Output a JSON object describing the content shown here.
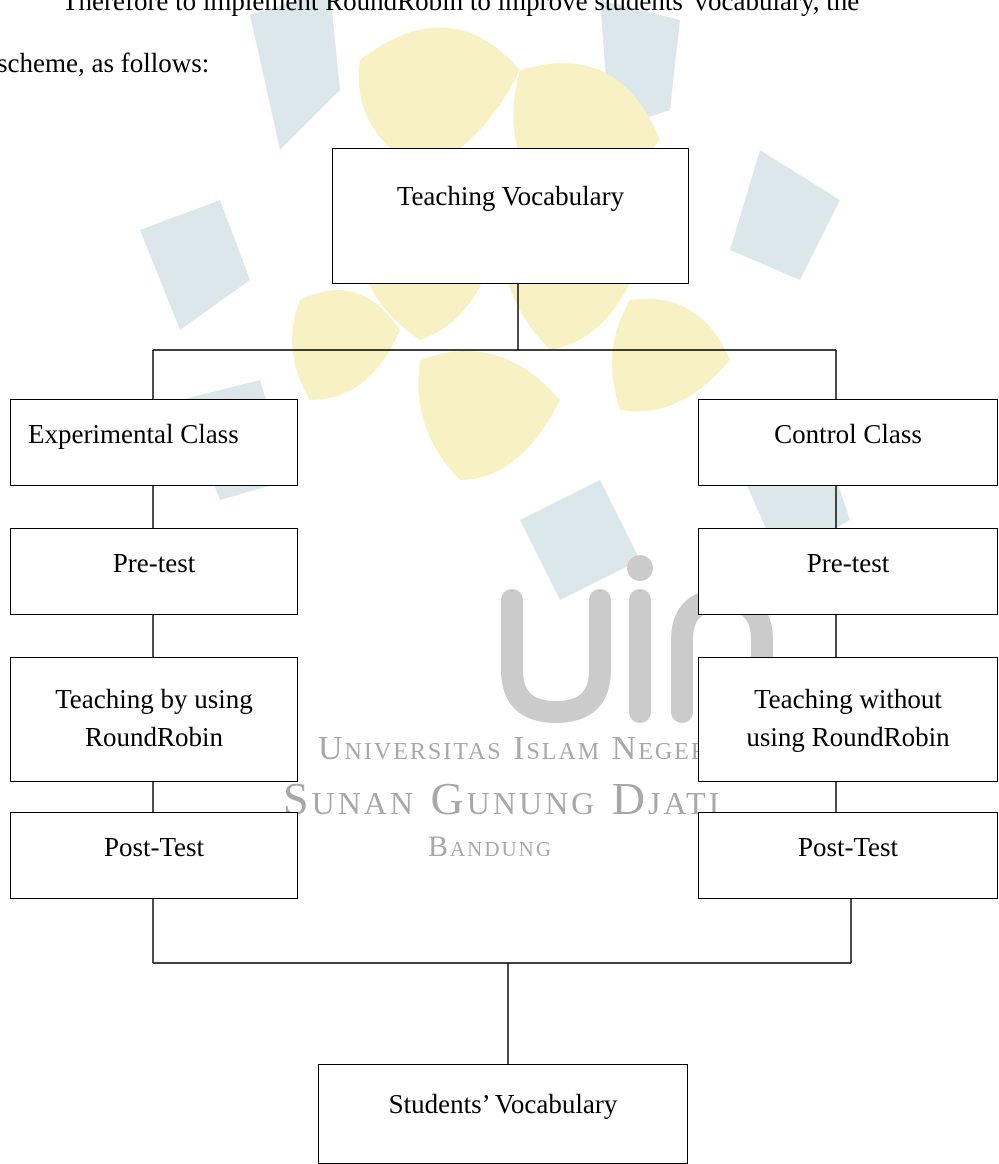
{
  "intro": {
    "line1": "Therefore to implement RoundRobin to improve students' vocabulary, the",
    "line2": "scheme, as follows:"
  },
  "diagram": {
    "top_box": "Teaching Vocabulary",
    "experimental": {
      "class": "Experimental Class",
      "pre_test": "Pre-test",
      "treatment": "Teaching by using\nRoundRobin",
      "post_test": "Post-Test"
    },
    "control": {
      "class": "Control Class",
      "pre_test": "Pre-test",
      "treatment": "Teaching without\nusing RoundRobin",
      "post_test": "Post-Test"
    },
    "bottom_box": "Students’ Vocabulary"
  },
  "watermark": {
    "logo_text": "uin",
    "line1": "Universitas Islam Negeri",
    "line2": "Sunan Gunung Djati",
    "line3": "Bandung",
    "colors": {
      "yellow": "#f6f0c0",
      "blue": "#d9e6e8",
      "gray": "#cfcfcf"
    }
  }
}
